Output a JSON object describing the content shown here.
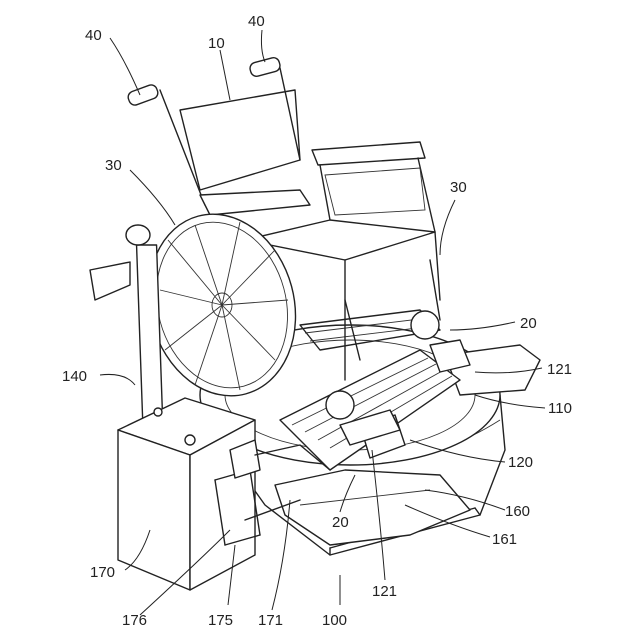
{
  "labels": {
    "l40a": "40",
    "l40b": "40",
    "l10": "10",
    "l30a": "30",
    "l30b": "30",
    "l20a": "20",
    "l121a": "121",
    "l140": "140",
    "l110": "110",
    "l120": "120",
    "l160": "160",
    "l20b": "20",
    "l161": "161",
    "l170": "170",
    "l121b": "121",
    "l176": "176",
    "l175": "175",
    "l171": "171",
    "l100": "100"
  }
}
